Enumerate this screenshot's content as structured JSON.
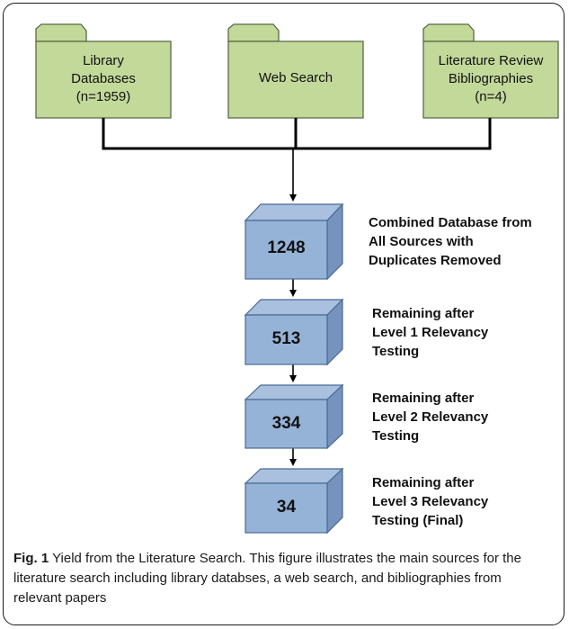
{
  "sources": [
    {
      "lines": [
        "Library",
        "Databases",
        "(n=1959)"
      ]
    },
    {
      "lines": [
        "Web Search"
      ]
    },
    {
      "lines": [
        "Literature Review",
        "Bibliographies",
        "(n=4)"
      ]
    }
  ],
  "steps": [
    {
      "count": "1248",
      "lines": [
        "Combined Database from",
        "All Sources with",
        "Duplicates Removed"
      ]
    },
    {
      "count": "513",
      "lines": [
        "Remaining after",
        "Level 1 Relevancy",
        "Testing"
      ]
    },
    {
      "count": "334",
      "lines": [
        "Remaining after",
        "Level 2 Relevancy",
        "Testing"
      ]
    },
    {
      "count": "34",
      "lines": [
        "Remaining after",
        "Level 3 Relevancy",
        "Testing (Final)"
      ]
    }
  ],
  "caption": {
    "label": "Fig. 1",
    "text": " Yield from the Literature Search. This figure illustrates the main sources for the literature search including library databses, a web search, and bibliographies from relevant papers"
  },
  "colors": {
    "folder_fill": "#c3d99a",
    "folder_stroke": "#5a6b46",
    "cube_front": "#95b3d7",
    "cube_top": "#a9c0de",
    "cube_side": "#7593bc",
    "cube_stroke": "#4a6a94"
  }
}
